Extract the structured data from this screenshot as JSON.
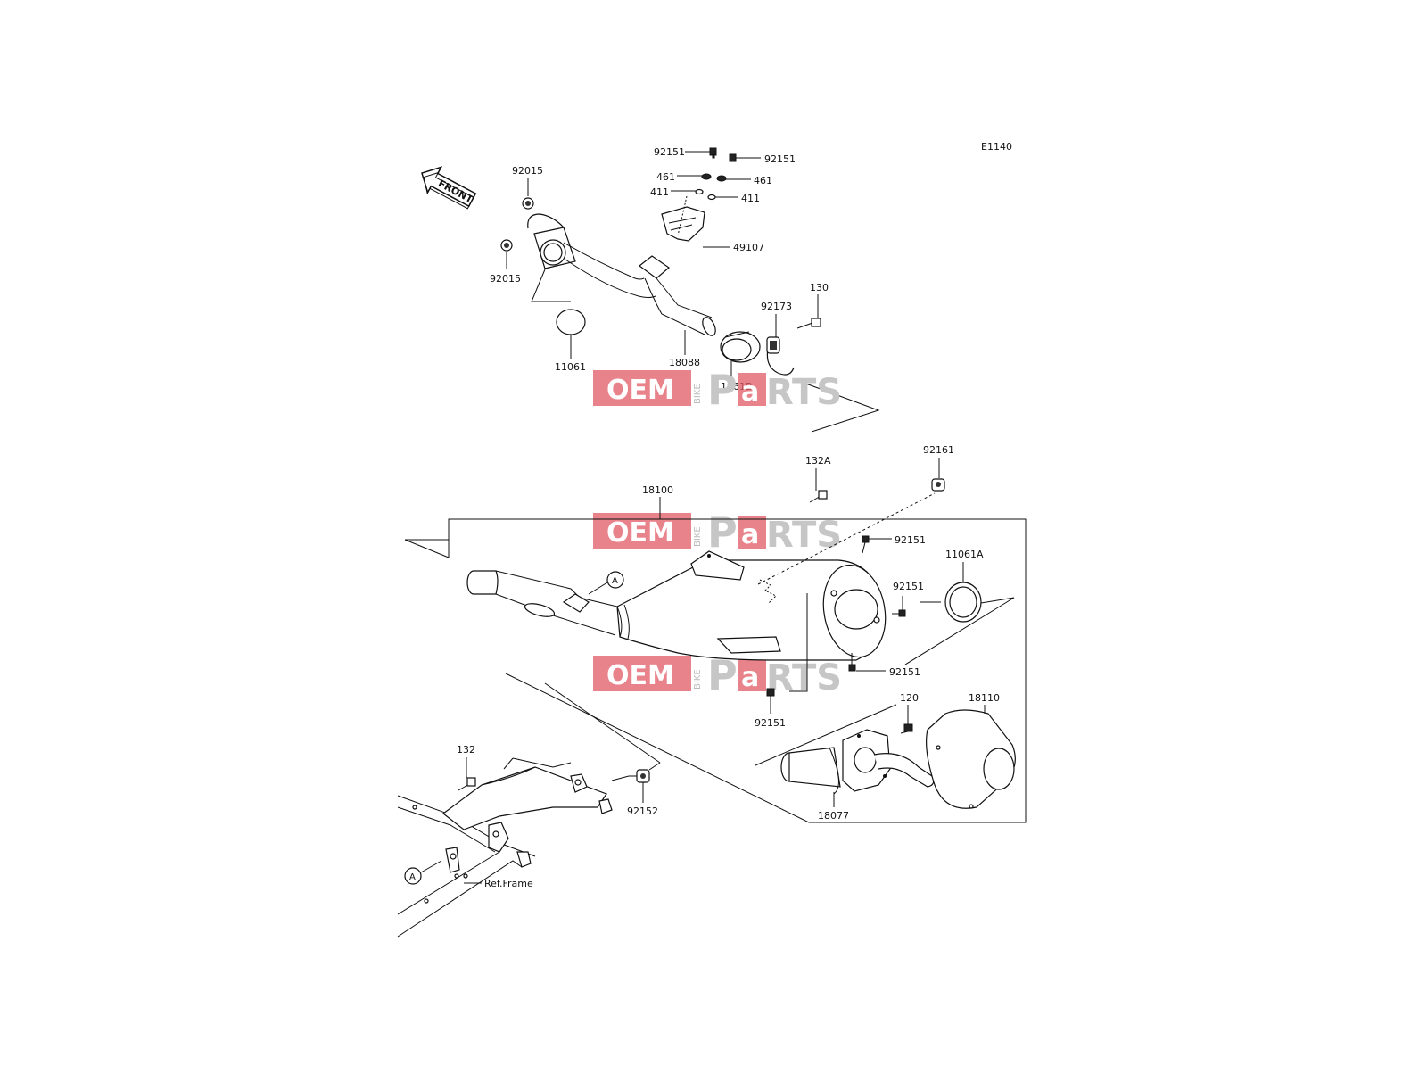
{
  "diagram_code": "E1140",
  "front_label": "FRONT",
  "ref_frame_label": "Ref.Frame",
  "ref_marker": "A",
  "watermark": {
    "oem": "OEM",
    "bike": "BIKE",
    "parts_p": "P",
    "parts_a": "a",
    "parts_rts": "RTS"
  },
  "part_labels": {
    "p92151_top_left": "92151",
    "p92151_top_right": "92151",
    "p461_left": "461",
    "p461_right": "461",
    "p411_left": "411",
    "p411_right": "411",
    "p92015_top": "92015",
    "p92015_bottom": "92015",
    "p49107": "49107",
    "p130": "130",
    "p92173": "92173",
    "p18088": "18088",
    "p11061": "11061",
    "p11061b": "11061B",
    "p132a": "132A",
    "p92161": "92161",
    "p18100": "18100",
    "p92151_muffler_top": "92151",
    "p11061a": "11061A",
    "p92151_muffler_mid": "92151",
    "p92151_muffler_low": "92151",
    "p92151_muffler_bottom": "92151",
    "p120": "120",
    "p18110": "18110",
    "p18077": "18077",
    "p132": "132",
    "p92152": "92152"
  },
  "colors": {
    "line": "#111111",
    "watermark_red": "#e15a64",
    "watermark_gray": "#b5b5b5"
  }
}
